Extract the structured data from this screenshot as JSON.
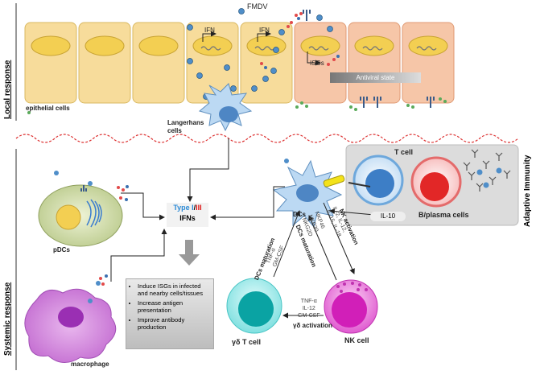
{
  "labels": {
    "fmdv": "FMDV",
    "ifn1": "IFN",
    "ifn2": "IFN",
    "isgs": "ISGs",
    "antiviral": "Antiviral state",
    "epithelial": "epithelial cells",
    "langerhans": "Langerhans cells",
    "local_response": "Local response",
    "systemic_response": "Systemic response",
    "adaptive": "Adaptive Immunity",
    "t_cell": "T cell",
    "b_cell": "B/plasma cells",
    "il10": "IL-10",
    "dcs": "DCs",
    "pdcs": "pDCs",
    "macrophage": "macrophage",
    "type_a": "Type I",
    "type_sep": "/",
    "type_b": "III",
    "ifns": "IFNs",
    "gdt": "γδ T cell",
    "nk": "NK cell",
    "dcs_maturation_1": "DCs maturation",
    "dcs_maturation_2": "DCs maturation",
    "nk_activation": "NK activation",
    "gd_activation": "γδ activation",
    "cyto_left": [
      "TNF-α",
      "GM-CSF"
    ],
    "cyto_mid": [
      "NKP46",
      "NKP30",
      "NKG2D"
    ],
    "cyto_right": [
      "IL-2, IL-12,",
      "IL-15, IL-18"
    ],
    "cyto_bottom": [
      "TNF-α",
      "IL-12",
      "GM-CSF"
    ]
  },
  "bullets": [
    "Induce ISGs in infected and nearby cells/tissues",
    "Increase antigen presentation",
    "Improve antibody production"
  ]
}
